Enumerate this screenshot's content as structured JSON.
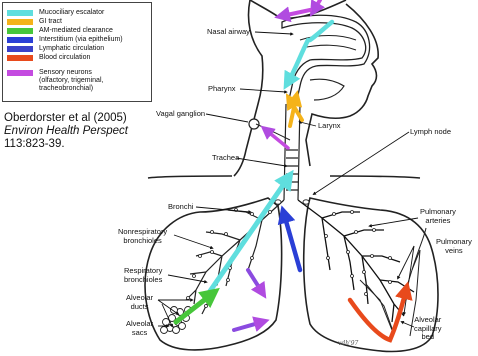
{
  "legend": {
    "items": [
      {
        "label": "Mucociliary escalator",
        "color": "#5fdede"
      },
      {
        "label": "GI tract",
        "color": "#f5b31a"
      },
      {
        "label": "AM-mediated clearance",
        "color": "#47c63a"
      },
      {
        "label": "Interstitium (via epithelium)",
        "color": "#2a3fd6"
      },
      {
        "label": "Lymphatic circulation",
        "color": "#3a41c9"
      },
      {
        "label": "Blood circulation",
        "color": "#e84a1c"
      }
    ],
    "sensory": {
      "label": "Sensory neurons",
      "sub1": "(olfactory, trigeminal,",
      "sub2": "tracheobronchial)",
      "color": "#c44be0"
    }
  },
  "citation": {
    "line1": "Oberdorster et al (2005)",
    "journal": "Environ Health Perspect",
    "line3": "113:823-39."
  },
  "labels": {
    "nasal_airway": "Nasal airway",
    "pharynx": "Pharynx",
    "larynx": "Larynx",
    "vagal_ganglion": "Vagal ganglion",
    "trachea": "Trachea",
    "lymph_node": "Lymph node",
    "bronchi": "Bronchi",
    "pulmonary_arteries_1": "Pulmonary",
    "pulmonary_arteries_2": "arteries",
    "nonrespiratory_1": "Nonrespiratory",
    "nonrespiratory_2": "bronchioles",
    "respiratory_1": "Respiratory",
    "respiratory_2": "bronchioles",
    "pulmonary_veins_1": "Pulmonary",
    "pulmonary_veins_2": "veins",
    "alveolar_ducts_1": "Alveolar",
    "alveolar_ducts_2": "ducts",
    "alveolar_sacs_1": "Alveolar",
    "alveolar_sacs_2": "sacs",
    "alveolar_capillary_1": "Alveolar",
    "alveolar_capillary_2": "capillary",
    "alveolar_capillary_3": "bed"
  }
}
